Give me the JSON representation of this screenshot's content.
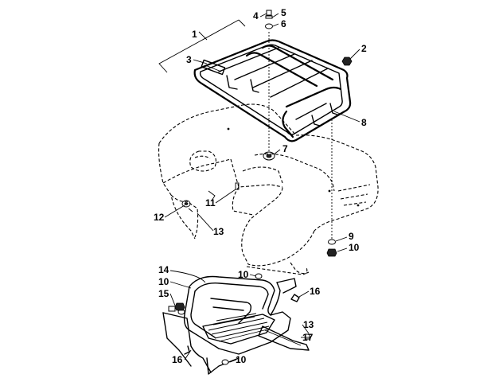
{
  "diagram": {
    "callouts": [
      {
        "id": "c1",
        "text": "1"
      },
      {
        "id": "c2",
        "text": "2"
      },
      {
        "id": "c3",
        "text": "3"
      },
      {
        "id": "c4",
        "text": "4"
      },
      {
        "id": "c5",
        "text": "5"
      },
      {
        "id": "c6",
        "text": "6"
      },
      {
        "id": "c7",
        "text": "7"
      },
      {
        "id": "c8",
        "text": "8"
      },
      {
        "id": "c9",
        "text": "9"
      },
      {
        "id": "c10a",
        "text": "10"
      },
      {
        "id": "c11",
        "text": "11"
      },
      {
        "id": "c12",
        "text": "12"
      },
      {
        "id": "c13a",
        "text": "13"
      },
      {
        "id": "c14",
        "text": "14"
      },
      {
        "id": "c10b",
        "text": "10"
      },
      {
        "id": "c15",
        "text": "15"
      },
      {
        "id": "c10c",
        "text": "10"
      },
      {
        "id": "c16a",
        "text": "16"
      },
      {
        "id": "c13b",
        "text": "13"
      },
      {
        "id": "c17",
        "text": "17"
      },
      {
        "id": "c16b",
        "text": "16"
      },
      {
        "id": "c10d",
        "text": "10"
      }
    ]
  }
}
